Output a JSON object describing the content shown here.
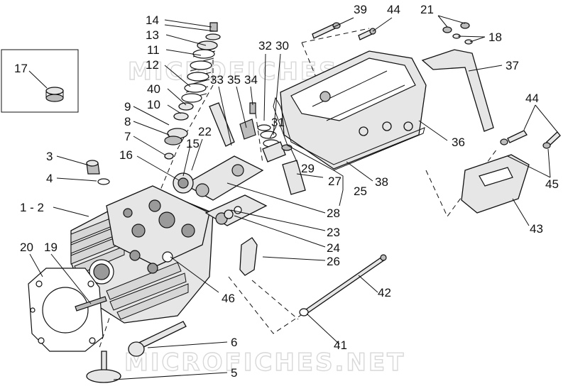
{
  "watermark": "MICROFICHES.NET",
  "labels": {
    "l14": "14",
    "l13": "13",
    "l11": "11",
    "l12": "12",
    "l40": "40",
    "l10": "10",
    "l9": "9",
    "l8": "8",
    "l7": "7",
    "l3": "3",
    "l4": "4",
    "l1_2": "1 - 2",
    "l16": "16",
    "l15": "15",
    "l22": "22",
    "l20": "20",
    "l19": "19",
    "l17": "17",
    "l33": "33",
    "l35": "35",
    "l34": "34",
    "l32": "32",
    "l30": "30",
    "l31": "31",
    "l29": "29",
    "l27": "27",
    "l25": "25",
    "l28": "28",
    "l23": "23",
    "l24": "24",
    "l26": "26",
    "l46": "46",
    "l6": "6",
    "l5": "5",
    "l39": "39",
    "l44a": "44",
    "l21": "21",
    "l18": "18",
    "l37": "37",
    "l36": "36",
    "l38": "38",
    "l44b": "44",
    "l45": "45",
    "l43": "43",
    "l42": "42",
    "l41": "41"
  }
}
